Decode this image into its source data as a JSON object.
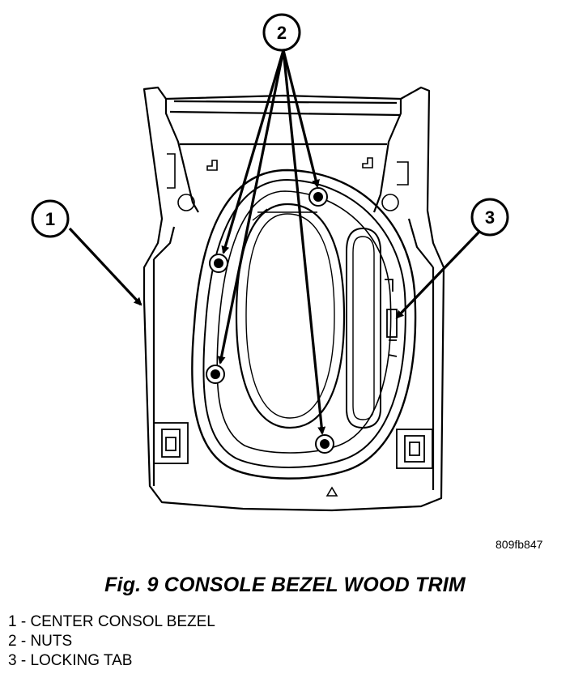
{
  "figure": {
    "image_id": "809fb847",
    "caption": "Fig. 9 CONSOLE BEZEL WOOD TRIM",
    "callouts": {
      "c1": "1",
      "c2": "2",
      "c3": "3"
    },
    "legend": [
      "1 - CENTER CONSOL BEZEL",
      "2 - NUTS",
      "3 - LOCKING TAB"
    ]
  }
}
